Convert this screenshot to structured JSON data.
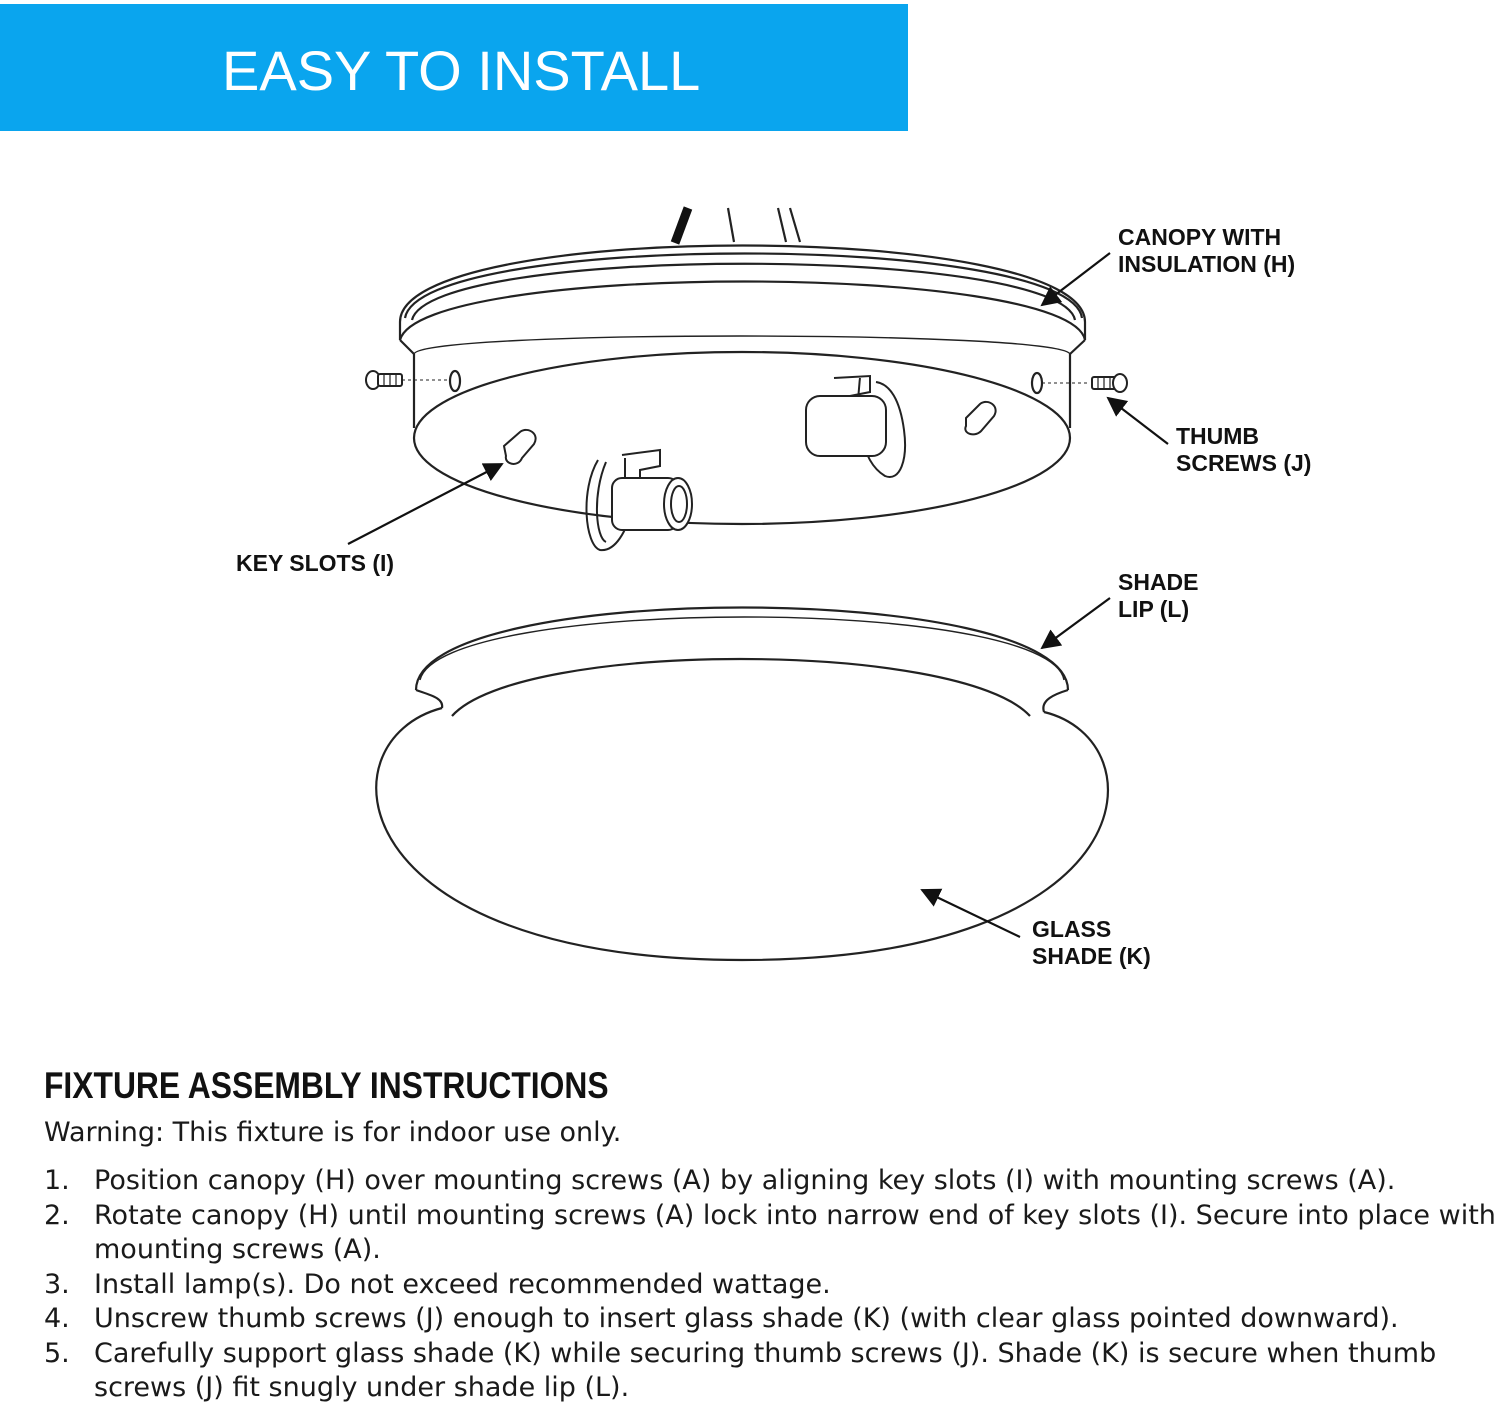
{
  "banner": {
    "title": "EASY TO INSTALL",
    "color": "#0aa5ee"
  },
  "diagram": {
    "callouts": {
      "canopy": [
        "CANOPY WITH",
        "INSULATION (H)"
      ],
      "thumb_screws": [
        "THUMB",
        "SCREWS (J)"
      ],
      "key_slots": [
        "KEY SLOTS (I)"
      ],
      "shade_lip": [
        "SHADE",
        "LIP (L)"
      ],
      "glass_shade": [
        "GLASS",
        "SHADE (K)"
      ]
    }
  },
  "instructions": {
    "title": "FIXTURE ASSEMBLY INSTRUCTIONS",
    "warning": "Warning: This fixture is for indoor use only.",
    "steps": [
      {
        "num": "1.",
        "text": "Position canopy (H) over mounting screws (A) by aligning key slots (I) with mounting screws (A)."
      },
      {
        "num": "2.",
        "text": "Rotate canopy (H) until mounting screws (A) lock into narrow end of key slots (I). Secure into place with mounting screws (A)."
      },
      {
        "num": "3.",
        "text": "Install lamp(s). Do not exceed recommended wattage."
      },
      {
        "num": "4.",
        "text": "Unscrew thumb screws (J) enough to insert glass shade (K) (with clear glass pointed downward)."
      },
      {
        "num": "5.",
        "text": "Carefully support glass shade (K) while securing thumb screws (J). Shade (K) is secure when thumb screws (J) fit snugly under shade lip (L)."
      }
    ]
  }
}
